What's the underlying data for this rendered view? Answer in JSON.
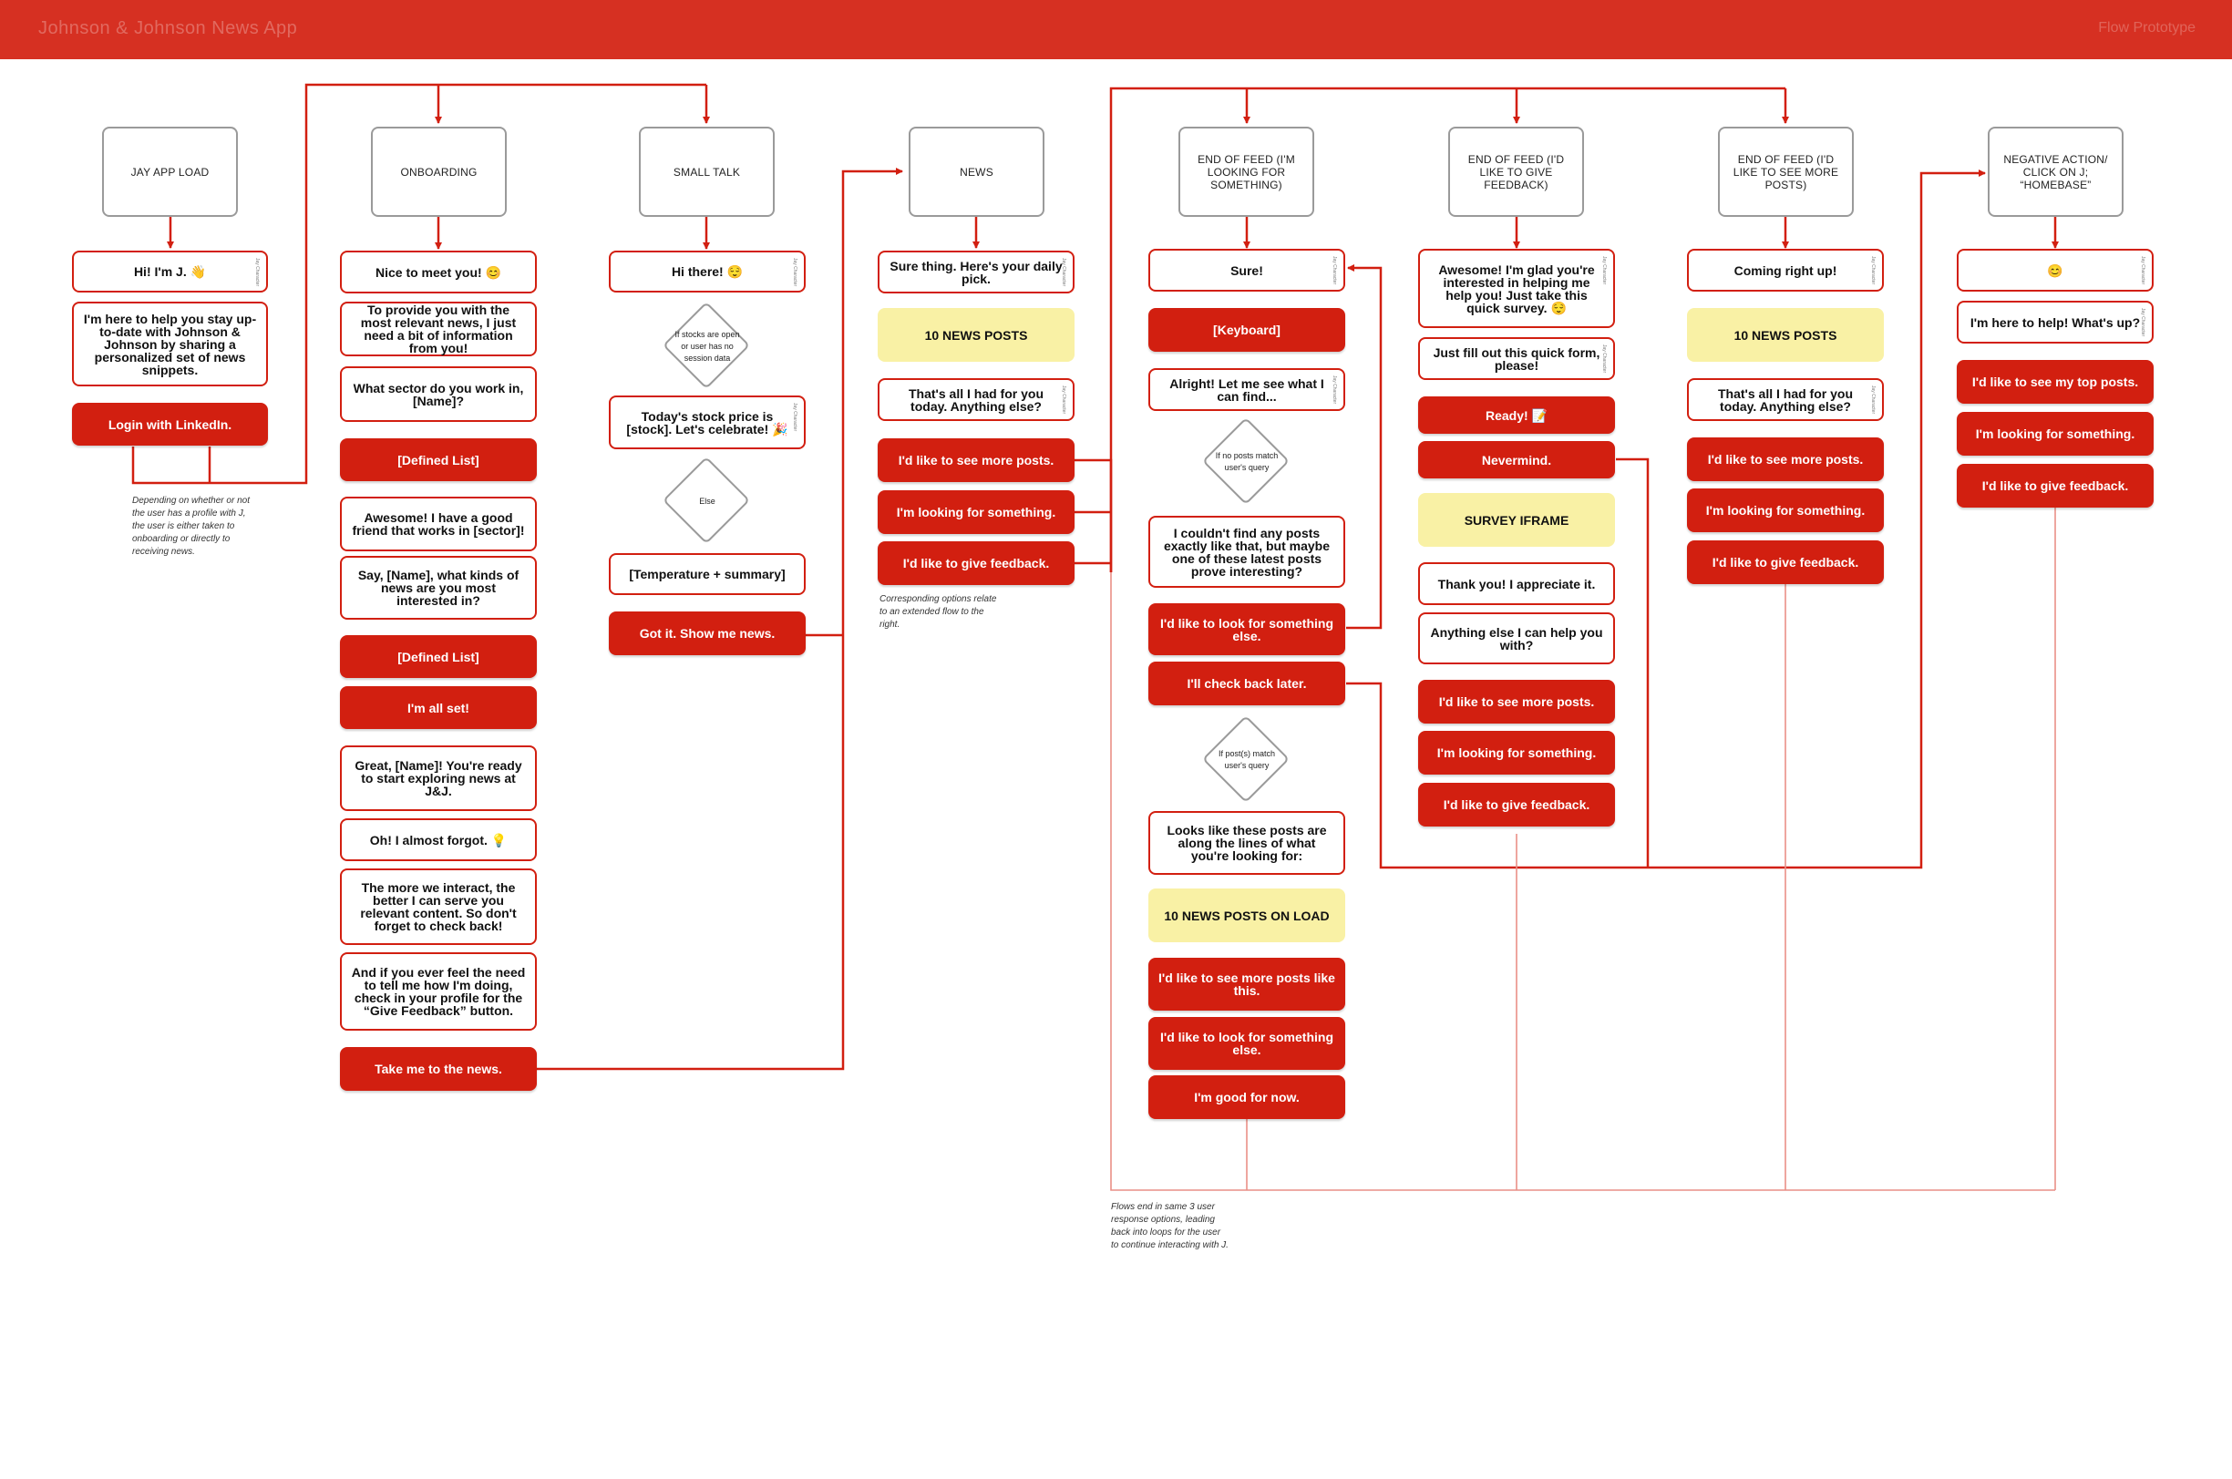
{
  "header": {
    "title": "Johnson & Johnson News App",
    "meta": "Flow Prototype"
  },
  "headers": [
    "JAY APP LOAD",
    "ONBOARDING",
    "SMALL TALK",
    "NEWS",
    "END OF FEED (I'M LOOKING FOR SOMETHING)",
    "END OF FEED (I'D LIKE TO GIVE FEEDBACK)",
    "END OF FEED (I'D LIKE TO SEE MORE POSTS)",
    "NEGATIVE ACTION/ CLICK ON J; “HOMEBASE”"
  ],
  "watermark": "Jay Character",
  "col1": {
    "bot": [
      "Hi! I'm J. 👋",
      "I'm here to help you stay up-to-date with Johnson & Johnson by sharing a personalized set of news snippets."
    ],
    "user": [
      "Login with LinkedIn."
    ],
    "note": "Depending on whether or not the user has a profile with J, the user is either taken to onboarding or directly to receiving news."
  },
  "col2": {
    "bot": [
      "Nice to meet you! 😊",
      "To provide you with the most relevant news, I just need a bit of information from you!",
      "What sector do you work in, [Name]?",
      "Awesome! I have a good friend that works in [sector]!",
      "Say, [Name], what kinds of news are you most interested in?",
      "Great, [Name]! You're ready to start exploring news at J&J.",
      "Oh! I almost forgot. 💡",
      "The more we interact, the better I can serve you relevant content. So don't forget to check back!",
      "And if you ever feel the need to tell me how I'm doing, check in your profile for  the “Give Feedback” button."
    ],
    "user": [
      "[Defined List]",
      "[Defined List]",
      "I'm all set!",
      "Take me to the news."
    ]
  },
  "col3": {
    "bot": [
      "Hi there! 😌",
      "Today's stock price is [stock]. Let's celebrate! 🎉",
      "[Temperature + summary]"
    ],
    "decisions": [
      "If stocks are open or user has no session data",
      "Else"
    ],
    "user": [
      "Got it. Show me news."
    ]
  },
  "col4": {
    "bot": [
      "Sure thing. Here's your daily pick.",
      "That's all I had for you today. Anything else?"
    ],
    "fill": [
      "10 NEWS POSTS"
    ],
    "user": [
      "I'd like to see more posts.",
      "I'm looking for something.",
      "I'd like to give feedback."
    ],
    "note": "Corresponding options relate to an extended flow to the right."
  },
  "col5": {
    "bot": [
      "Sure!",
      "Alright! Let me see what I can find...",
      "I couldn't find any posts exactly like that, but maybe one of these latest posts prove interesting?",
      "Looks like these posts are along the lines of what you're looking for:"
    ],
    "decisions": [
      "If no posts match user's query",
      "If post(s) match user's query"
    ],
    "fill": [
      "10 NEWS POSTS ON LOAD"
    ],
    "user": [
      "[Keyboard]",
      "I'd like to look for something else.",
      "I'll check back later.",
      "I'd like to see more posts like this.",
      "I'd like to look for something else.",
      "I'm good for now."
    ],
    "note": "Flows end in same 3 user response options, leading back into loops for the user to continue interacting with J."
  },
  "col6": {
    "bot": [
      "Awesome! I'm glad you're interested in helping me help you! Just take this quick survey. 😌",
      "Just fill out this quick form, please!",
      "Thank you! I appreciate it.",
      "Anything else I can help you with?"
    ],
    "fill": [
      "SURVEY IFRAME"
    ],
    "user": [
      "Ready! 📝",
      "Nevermind.",
      "I'd like to see more posts.",
      "I'm looking for something.",
      "I'd like to give feedback."
    ]
  },
  "col7": {
    "bot": [
      "Coming right up!",
      "That's all I had for you today. Anything else?"
    ],
    "fill": [
      "10 NEWS POSTS"
    ],
    "user": [
      "I'd like to see more posts.",
      "I'm looking for something.",
      "I'd like to give feedback."
    ]
  },
  "col8": {
    "bot": [
      "😊",
      "I'm here to help! What's up?"
    ],
    "user": [
      "I'd like to see my top posts.",
      "I'm looking for something.",
      "I'd like to give feedback."
    ]
  },
  "colors": {
    "brand_red": "#d63022",
    "node_red": "#d21f10",
    "fill_yellow": "#f9f1a5",
    "header_border": "#9a9a9a"
  }
}
